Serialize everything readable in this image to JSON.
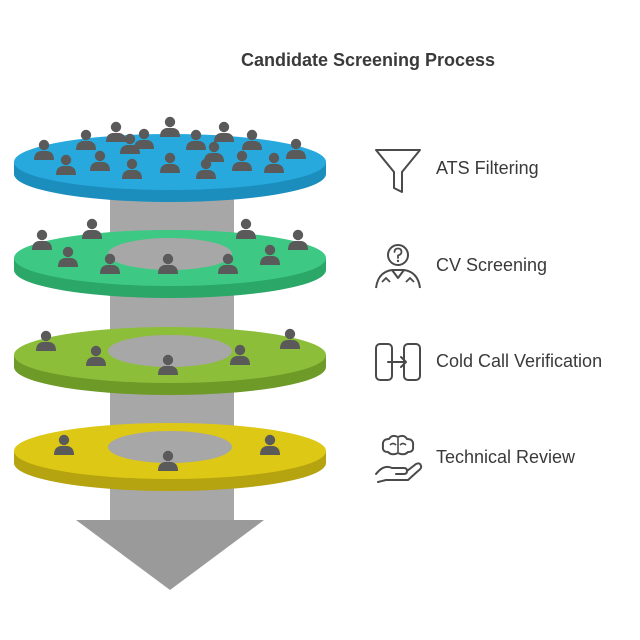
{
  "title": "Candidate Screening Process",
  "stages": [
    {
      "label": "ATS Filtering",
      "icon": "funnel-icon",
      "color": "#27A9DD"
    },
    {
      "label": "CV Screening",
      "icon": "person-question-icon",
      "color": "#3DC983"
    },
    {
      "label": "Cold Call Verification",
      "icon": "phone-call-transfer-icon",
      "color": "#8DBE3A"
    },
    {
      "label": "Technical Review",
      "icon": "brain-in-hand-icon",
      "color": "#DDC816"
    }
  ],
  "colors": {
    "column": "#A7A7A7",
    "arrow": "#9A9A9A",
    "person": "#5A5A5A",
    "text": "#3A3A3A",
    "icon_stroke": "#4A4A4A"
  }
}
